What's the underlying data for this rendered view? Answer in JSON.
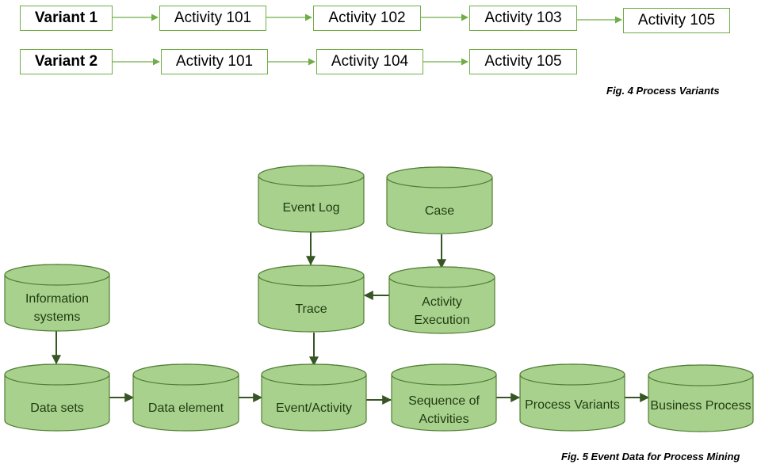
{
  "fig4": {
    "variants": [
      {
        "label": "Variant  1",
        "steps": [
          "Activity 101",
          "Activity 102",
          "Activity 103",
          "Activity 105"
        ]
      },
      {
        "label": "Variant  2",
        "steps": [
          "Activity 101",
          "Activity 104",
          "Activity 105"
        ]
      }
    ],
    "caption": "Fig. 4 Process Variants"
  },
  "fig5": {
    "nodes": {
      "event_log": [
        "Event Log"
      ],
      "case": [
        "Case"
      ],
      "information_systems": [
        "Information",
        "systems"
      ],
      "trace": [
        "Trace"
      ],
      "activity_execution": [
        "Activity",
        "Execution"
      ],
      "data_sets": [
        "Data sets"
      ],
      "data_element": [
        "Data element"
      ],
      "event_activity": [
        "Event/Activity"
      ],
      "sequence_of_activities": [
        "Sequence of",
        "Activities"
      ],
      "process_variants": [
        "Process Variants"
      ],
      "business_process": [
        "Business Process"
      ]
    },
    "caption": "Fig. 5 Event Data for Process Mining"
  },
  "colors": {
    "fill": "#a9d18e",
    "stroke": "#507e32",
    "arrow": "#375623",
    "box_border": "#70ad47"
  }
}
